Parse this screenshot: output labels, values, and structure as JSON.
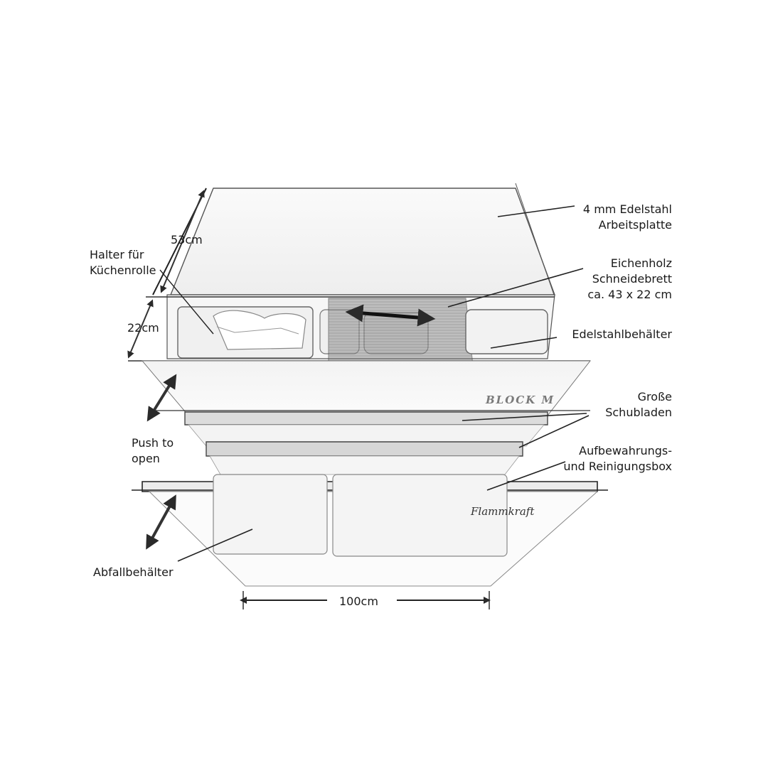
{
  "labels": {
    "worktop": [
      "4 mm Edelstahl",
      "Arbeitsplatte"
    ],
    "cutting_board": [
      "Eichenholz",
      "Schneidebrett",
      "ca. 43 x 22 cm"
    ],
    "container": [
      "Edelstahlbehälter"
    ],
    "drawers": [
      "Große",
      "Schubladen"
    ],
    "storage_box": [
      "Aufbewahrungs-",
      "und Reinigungsbox"
    ],
    "roll_holder": [
      "Halter für",
      "Küchenrolle"
    ],
    "push_to_open": [
      "Push to",
      "open"
    ],
    "waste_bin": [
      "Abfallbehälter"
    ]
  },
  "dimensions": {
    "depth": "53cm",
    "height": "22cm",
    "width": "100cm"
  },
  "branding": {
    "front_logo": "BLOCK M",
    "script_logo": "Flammkraft"
  },
  "colors": {
    "line": "#2a2a2a",
    "sketch": "#8a8a8a",
    "wood": "#6d6d6d"
  }
}
